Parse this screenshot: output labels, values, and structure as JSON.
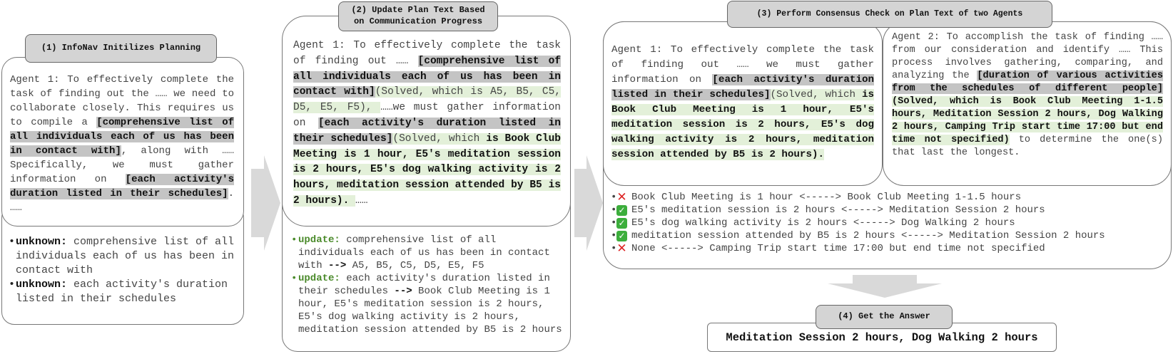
{
  "step1": {
    "title": "(1) InfoNav Initilizes Planning",
    "t1": "Agent 1: To effectively complete the task of finding out the …… we need to collaborate closely. This requires us to compile a ",
    "h1": "[comprehensive list of all individuals each of us has been in contact with]",
    "t2": ", along with …… Specifically, we must gather information on ",
    "h2": "[each activity's duration listed in their schedules]",
    "t3": ". ……",
    "items": [
      {
        "kw": "unknown:",
        "text": " comprehensive list of all individuals each of us has been in contact with"
      },
      {
        "kw": "unknown:",
        "text": " each activity's duration listed in their schedules"
      }
    ]
  },
  "step2": {
    "title": "(2) Update Plan Text Based on Communication Progress",
    "t1": "Agent 1: To effectively complete the task of finding out …… ",
    "h1": "[comprehensive list of all individuals each of us has been in contact with]",
    "g1": "(Solved, which is A5, B5, C5, D5, E5, F5), ",
    "t2": "……we must gather information on ",
    "h2": "[each activity's duration listed in their schedules]",
    "g2a": "(Solved, which ",
    "g2b": "is Book Club Meeting is 1 hour, E5's meditation session is 2 hours, E5's dog walking activity is 2 hours, meditation session attended by B5 is 2 hours). ",
    "t3": "……",
    "items": [
      {
        "kw": "update:",
        "a": " comprehensive list of all individuals each of us has been in contact with ",
        "arrow": "-->",
        "b": " A5, B5, C5, D5, E5, F5"
      },
      {
        "kw": "update:",
        "a": " each activity's duration listed in their schedules ",
        "arrow": "-->",
        "b": " Book Club Meeting is 1 hour, E5's meditation session is 2 hours, E5's dog walking activity is 2 hours, meditation session attended by B5 is 2 hours"
      }
    ]
  },
  "step3": {
    "title": "(3) Perform Consensus Check on Plan Text of two Agents",
    "a1": {
      "t1": "Agent 1: To effectively complete the task of finding out …… we must gather information on ",
      "h1": "[each activity's duration listed in their schedules]",
      "g1": "(Solved, which ",
      "g2": "is Book Club Meeting is 1 hour, E5's meditation session is 2 hours, E5's dog walking activity is 2 hours, meditation session attended by B5 is 2 hours)."
    },
    "a2": {
      "t1": "Agent 2: To accomplish the task of finding ……from our consideration and identify …… This process involves gathering, comparing, and analyzing the ",
      "h1": "[duration of various activities from the schedules of different people]",
      "g1": "(Solved, which is Book Club Meeting 1-1.5 hours, Meditation Session 2 hours, Dog Walking 2 hours, Camping Trip start time 17:00 but end time not specified)",
      "t2": " to determine the one(s) that last the longest."
    },
    "checks": [
      {
        "status": "cross",
        "text": "Book Club Meeting is 1 hour <-----> Book Club Meeting 1-1.5 hours"
      },
      {
        "status": "check",
        "text": "E5's meditation session is 2 hours <-----> Meditation Session 2 hours"
      },
      {
        "status": "check",
        "text": "E5's dog walking activity is 2 hours <-----> Dog Walking 2 hours"
      },
      {
        "status": "check",
        "text": "meditation session attended by B5 is 2 hours <-----> Meditation Session 2 hours"
      },
      {
        "status": "cross",
        "text": "None <-----> Camping Trip start time 17:00 but end time not specified"
      }
    ],
    "check_mark_glyph": "✓",
    "cross_mark_glyph": "✕"
  },
  "step4": {
    "title": "(4) Get the Answer",
    "answer": "Meditation Session 2 hours, Dog Walking 2 hours"
  },
  "colors": {
    "highlight_gray": "#c4c4c4",
    "highlight_green": "#e3f0d9",
    "check_green": "#3cae3c",
    "cross_red": "#d22222",
    "arrow_gray": "#d9d9d9"
  }
}
